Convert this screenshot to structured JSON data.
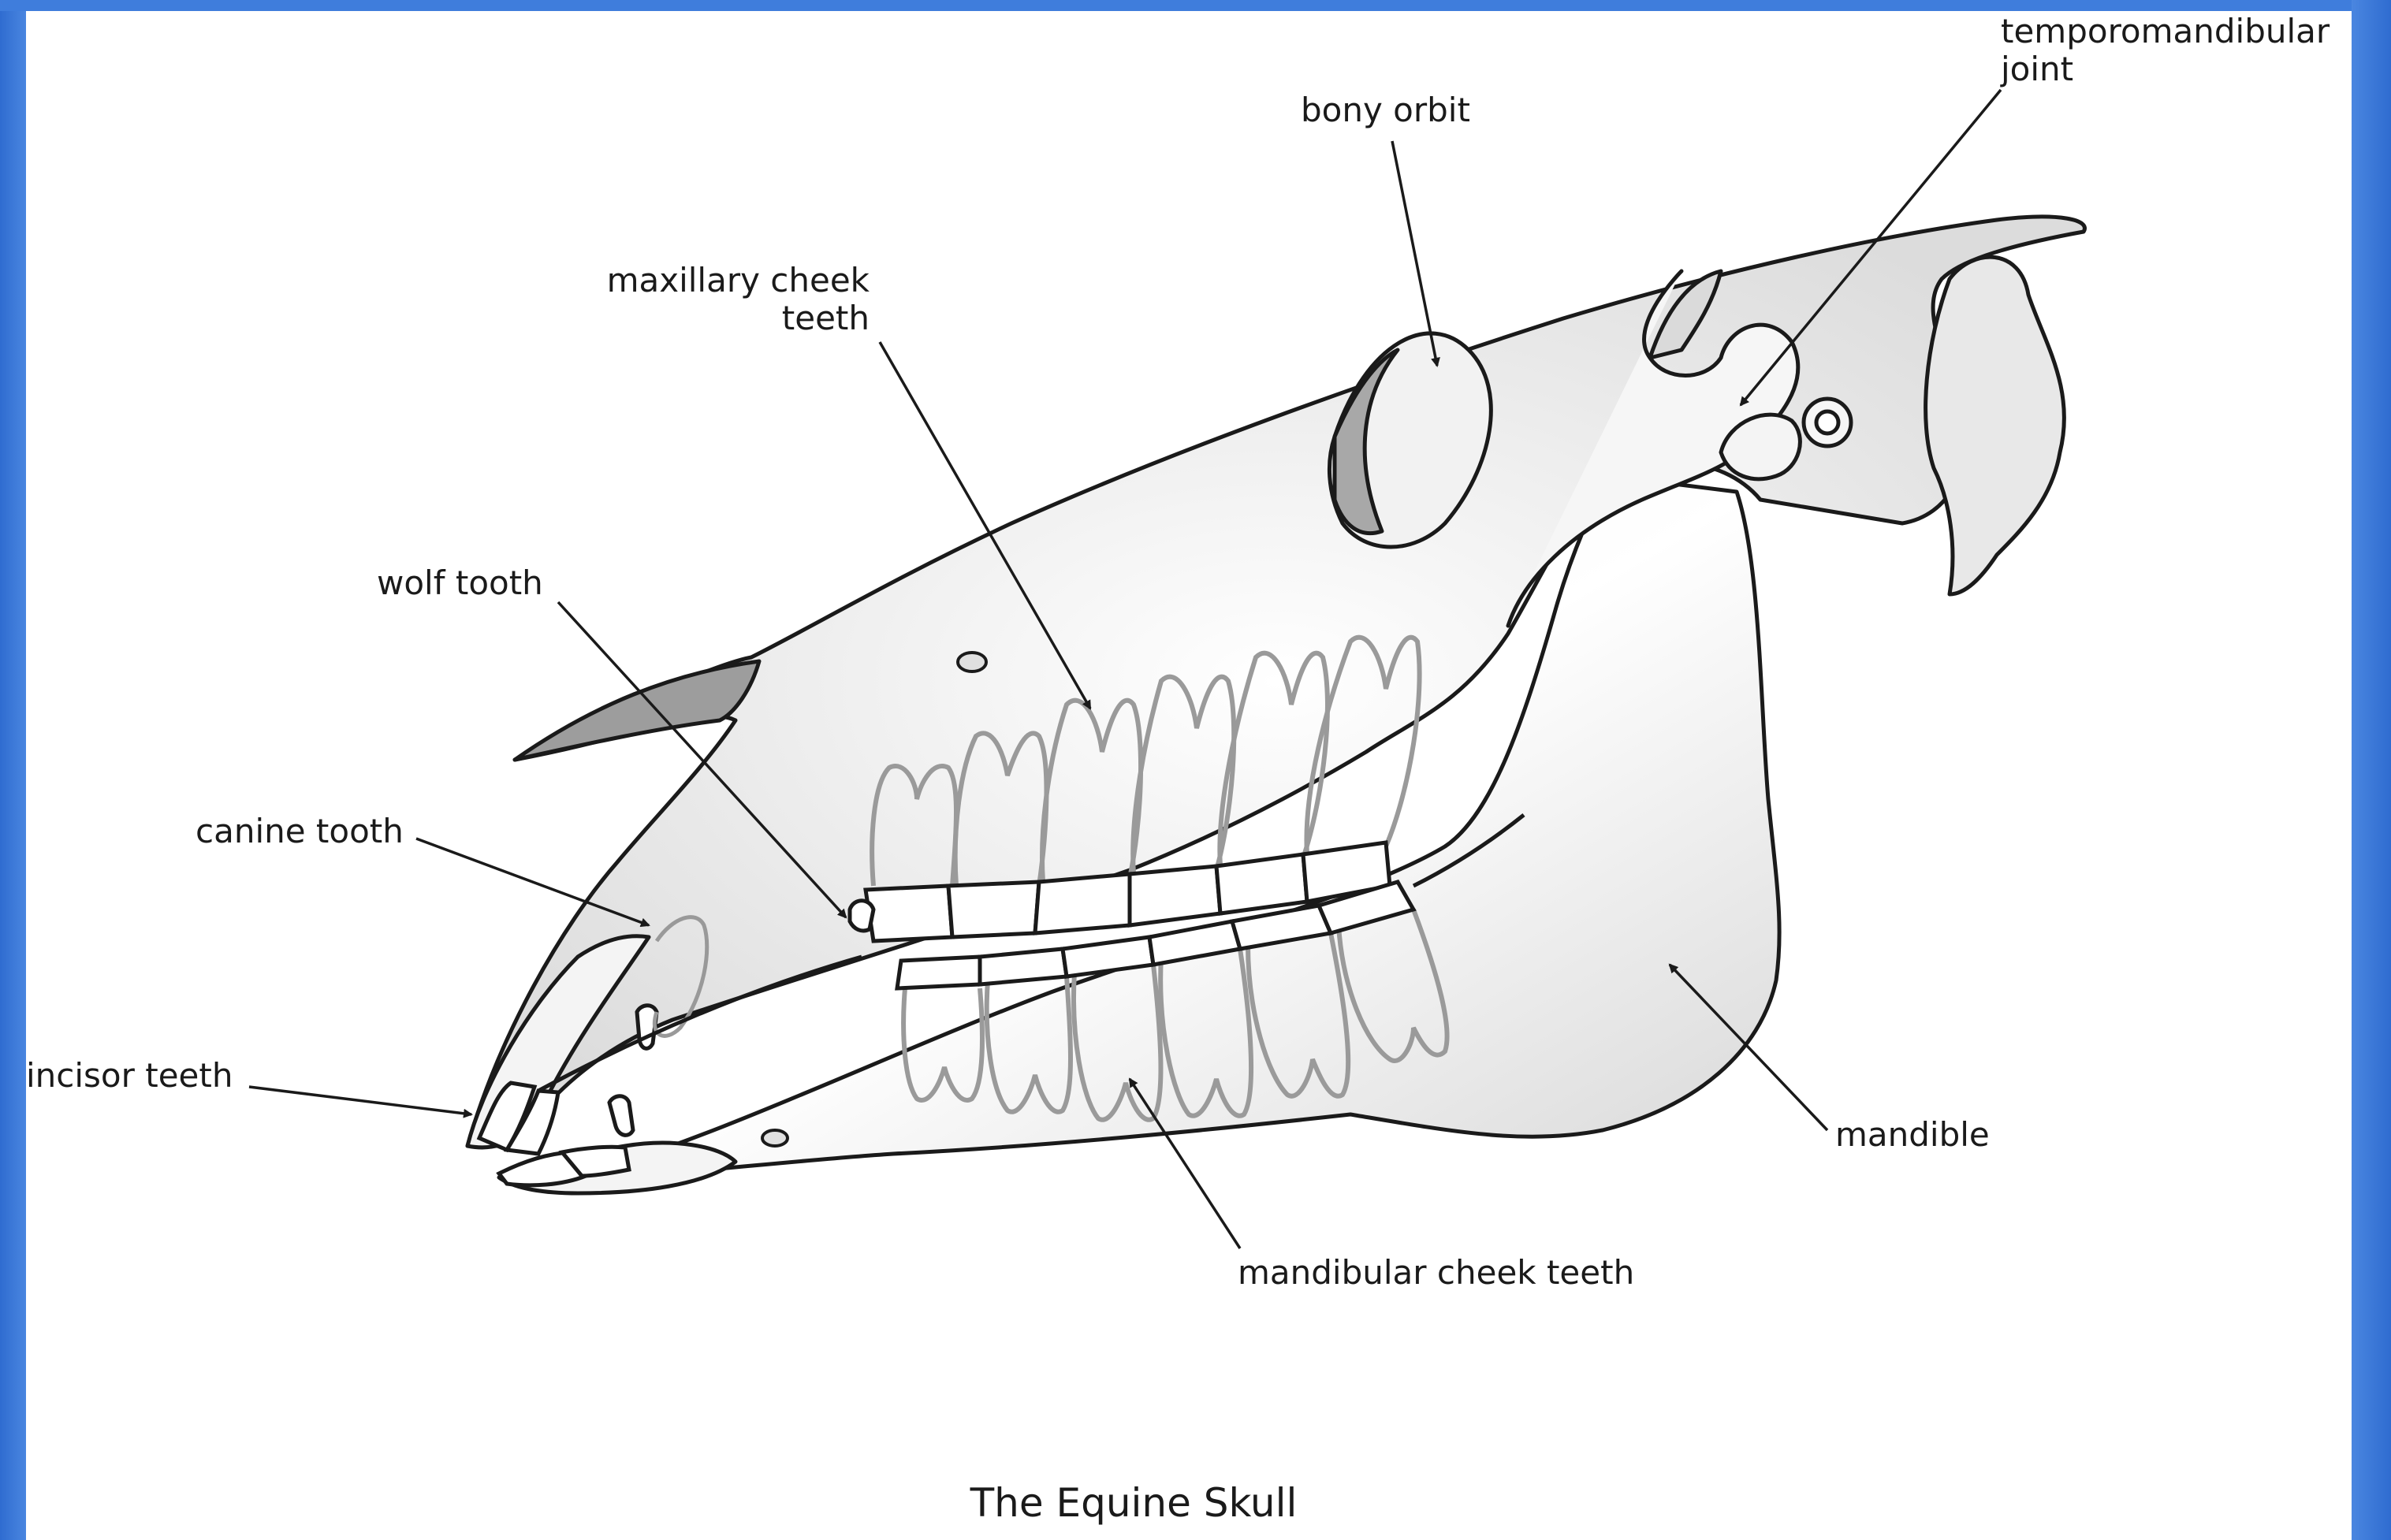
{
  "diagram": {
    "caption": "The Equine Skull",
    "labels": {
      "temporomandibular_joint_line1": "temporomandibular",
      "temporomandibular_joint_line2": "joint",
      "bony_orbit": "bony orbit",
      "maxillary_cheek_teeth_line1": "maxillary cheek",
      "maxillary_cheek_teeth_line2": "teeth",
      "wolf_tooth": "wolf tooth",
      "canine_tooth": "canine tooth",
      "incisor_teeth": "incisor teeth",
      "mandible": "mandible",
      "mandibular_cheek_teeth": "mandibular cheek teeth"
    }
  },
  "colors": {
    "frame_blue": "#3a78d8",
    "paper": "#ffffff",
    "ink": "#1a1a1a",
    "tooth_root_gray": "#9a9a9a",
    "bone_shade": "#e4e4e4"
  }
}
